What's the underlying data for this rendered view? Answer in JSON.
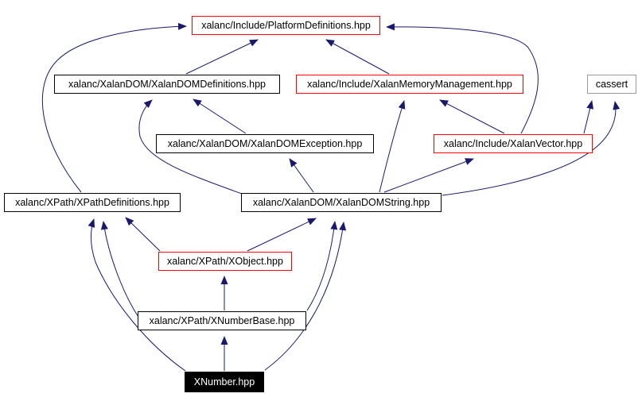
{
  "diagram": {
    "type": "include-dependency-graph",
    "colors": {
      "background": "#ffffff",
      "edge": "#191970",
      "node_border_black": "#000000",
      "node_border_red": "#ff0000",
      "node_border_gray": "#9a9a9a",
      "current_node_fill": "#000000",
      "current_node_text": "#ffffff"
    },
    "nodes": [
      {
        "id": "platformdefinitions",
        "label": "xalanc/Include/PlatformDefinitions.hpp",
        "border": "red"
      },
      {
        "id": "xalandomdefinitions",
        "label": "xalanc/XalanDOM/XalanDOMDefinitions.hpp",
        "border": "black"
      },
      {
        "id": "xalanmemorymanagement",
        "label": "xalanc/Include/XalanMemoryManagement.hpp",
        "border": "red"
      },
      {
        "id": "cassert",
        "label": "cassert",
        "border": "gray"
      },
      {
        "id": "xalandomexception",
        "label": "xalanc/XalanDOM/XalanDOMException.hpp",
        "border": "black"
      },
      {
        "id": "xalanvector",
        "label": "xalanc/Include/XalanVector.hpp",
        "border": "red"
      },
      {
        "id": "xpathdefinitions",
        "label": "xalanc/XPath/XPathDefinitions.hpp",
        "border": "black"
      },
      {
        "id": "xalandomstring",
        "label": "xalanc/XalanDOM/XalanDOMString.hpp",
        "border": "black"
      },
      {
        "id": "xobject",
        "label": "xalanc/XPath/XObject.hpp",
        "border": "red"
      },
      {
        "id": "xnumberbase",
        "label": "xalanc/XPath/XNumberBase.hpp",
        "border": "black"
      },
      {
        "id": "xnumber",
        "label": "XNumber.hpp",
        "border": "current"
      }
    ],
    "edges": [
      {
        "from": "xalandomdefinitions",
        "to": "platformdefinitions"
      },
      {
        "from": "xalanmemorymanagement",
        "to": "platformdefinitions"
      },
      {
        "from": "xpathdefinitions",
        "to": "platformdefinitions"
      },
      {
        "from": "xalanvector",
        "to": "platformdefinitions"
      },
      {
        "from": "xalandomexception",
        "to": "xalandomdefinitions"
      },
      {
        "from": "xalandomstring",
        "to": "xalandomdefinitions"
      },
      {
        "from": "xalandomstring",
        "to": "xalandomexception"
      },
      {
        "from": "xalandomstring",
        "to": "xalanmemorymanagement"
      },
      {
        "from": "xalanvector",
        "to": "xalanmemorymanagement"
      },
      {
        "from": "xalandomstring",
        "to": "xalanvector"
      },
      {
        "from": "xalanvector",
        "to": "cassert"
      },
      {
        "from": "xalandomstring",
        "to": "cassert"
      },
      {
        "from": "xobject",
        "to": "xpathdefinitions"
      },
      {
        "from": "xobject",
        "to": "xalandomstring"
      },
      {
        "from": "xnumberbase",
        "to": "xobject"
      },
      {
        "from": "xnumberbase",
        "to": "xpathdefinitions"
      },
      {
        "from": "xnumberbase",
        "to": "xalandomstring"
      },
      {
        "from": "xnumber",
        "to": "xnumberbase"
      },
      {
        "from": "xnumber",
        "to": "xpathdefinitions"
      },
      {
        "from": "xnumber",
        "to": "xalandomstring"
      }
    ]
  }
}
